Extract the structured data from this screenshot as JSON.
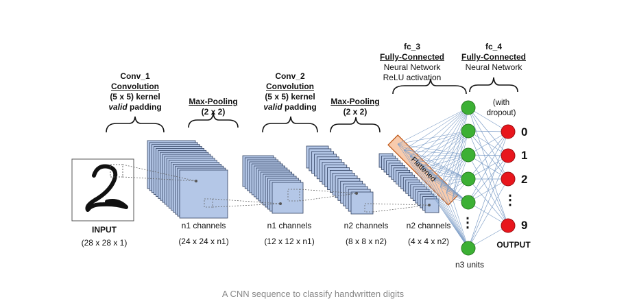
{
  "layers": {
    "conv1": {
      "name": "Conv_1",
      "type": "Convolution",
      "kernel": "(5 x 5) kernel",
      "padding_word": "valid",
      "padding_rest": " padding"
    },
    "pool1": {
      "name": "Max-Pooling",
      "size": "(2 x 2)"
    },
    "conv2": {
      "name": "Conv_2",
      "type": "Convolution",
      "kernel": "(5 x 5) kernel",
      "padding_word": "valid",
      "padding_rest": " padding"
    },
    "pool2": {
      "name": "Max-Pooling",
      "size": "(2 x 2)"
    },
    "fc3": {
      "name": "fc_3",
      "type": "Fully-Connected",
      "desc": "Neural Network",
      "activation": "ReLU activation"
    },
    "fc4": {
      "name": "fc_4",
      "type": "Fully-Connected",
      "desc": "Neural Network",
      "note_line1": "(with",
      "note_line2": "dropout)"
    }
  },
  "input": {
    "label": "INPUT",
    "dims": "(28 x 28 x 1)",
    "digit": "2"
  },
  "stages": [
    {
      "channels": "n1 channels",
      "dims": "(24 x 24 x n1)"
    },
    {
      "channels": "n1 channels",
      "dims": "(12 x 12 x n1)"
    },
    {
      "channels": "n2 channels",
      "dims": "(8 x 8 x n2)"
    },
    {
      "channels": "n2 channels",
      "dims": "(4 x 4 x n2)"
    }
  ],
  "flattened_label": "Flattened",
  "hidden": {
    "units_label": "n3 units",
    "ellipsis": "⋮"
  },
  "output": {
    "label": "OUTPUT",
    "classes": [
      "0",
      "1",
      "2",
      "⋮",
      "9"
    ]
  },
  "caption": "A CNN sequence to classify handwritten digits",
  "colors": {
    "feature_map": "#b4c7e7",
    "feature_map_stroke": "#2f3f5f",
    "hidden_node": "#3cb034",
    "output_node": "#e8161d",
    "flatten_fill": "#f8cbad",
    "flatten_stroke": "#c05a1a",
    "connection": "#7f9fc8"
  }
}
